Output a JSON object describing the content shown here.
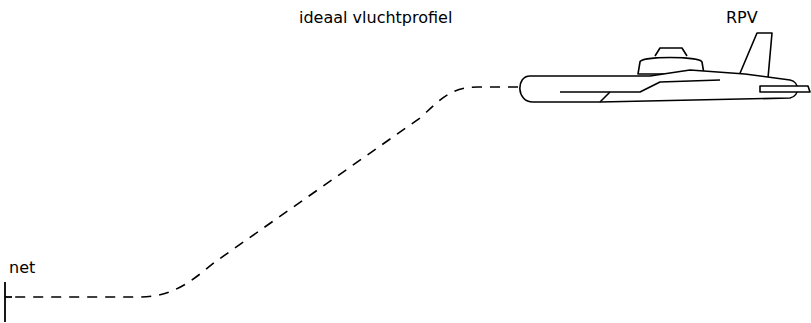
{
  "diagram": {
    "title": "ideaal vluchtprofiel",
    "labels": [
      "RPV",
      "net"
    ]
  }
}
